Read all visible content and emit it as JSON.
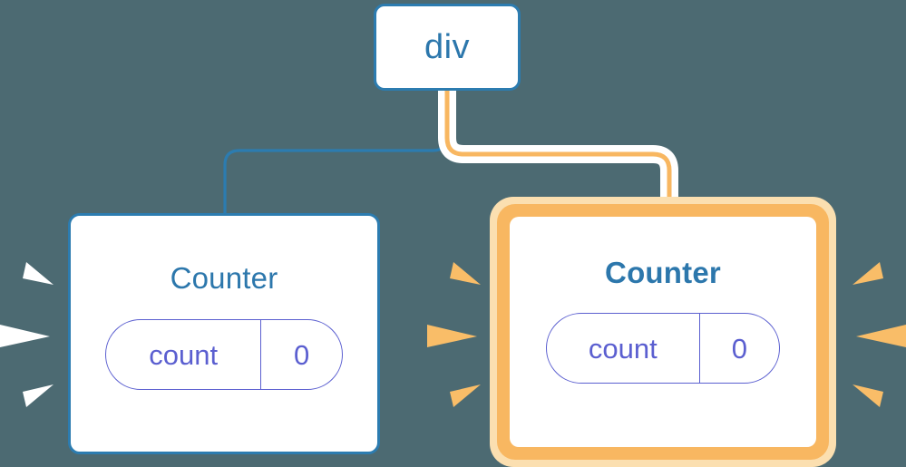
{
  "diagram": {
    "title": "component-tree-rerender",
    "background_color": "#4c6a72"
  },
  "root_node": {
    "label": "div",
    "border_color": "#2c7cb0",
    "text_color": "#2c77ac"
  },
  "components": [
    {
      "name": "counter-left",
      "title": "Counter",
      "highlighted": false,
      "border_color": "#2c7cb0",
      "title_color": "#2c77ac",
      "state": {
        "key": "count",
        "value": "0",
        "color": "#5b5fd0"
      },
      "rays": {
        "color": "#ffffff",
        "count": 3,
        "side": "left"
      }
    },
    {
      "name": "counter-right",
      "title": "Counter",
      "highlighted": true,
      "border_color": "#f8b761",
      "glow_color": "#fbdfb0",
      "title_color": "#2c77ac",
      "state": {
        "key": "count",
        "value": "0",
        "color": "#5b5fd0"
      },
      "rays": {
        "color": "#f9bd68",
        "count": 6,
        "side": "both"
      }
    }
  ],
  "connectors": [
    {
      "name": "connector-to-left-counter",
      "from": "div",
      "to": "counter-left",
      "color": "#2c7cb0",
      "style": "elbow",
      "highlighted": false
    },
    {
      "name": "connector-to-right-counter",
      "from": "div",
      "to": "counter-right",
      "color": "#f8b761",
      "halo_color": "#ffffff",
      "style": "elbow",
      "highlighted": true
    }
  ],
  "colors": {
    "background": "#4c6a72",
    "blue": "#2c7cb0",
    "blue_text": "#2c77ac",
    "orange": "#f8b761",
    "orange_light": "#fbdfb0",
    "ray_orange": "#f9bd68",
    "ray_white": "#ffffff",
    "purple": "#5b5fd0",
    "card_background": "#ffffff"
  }
}
